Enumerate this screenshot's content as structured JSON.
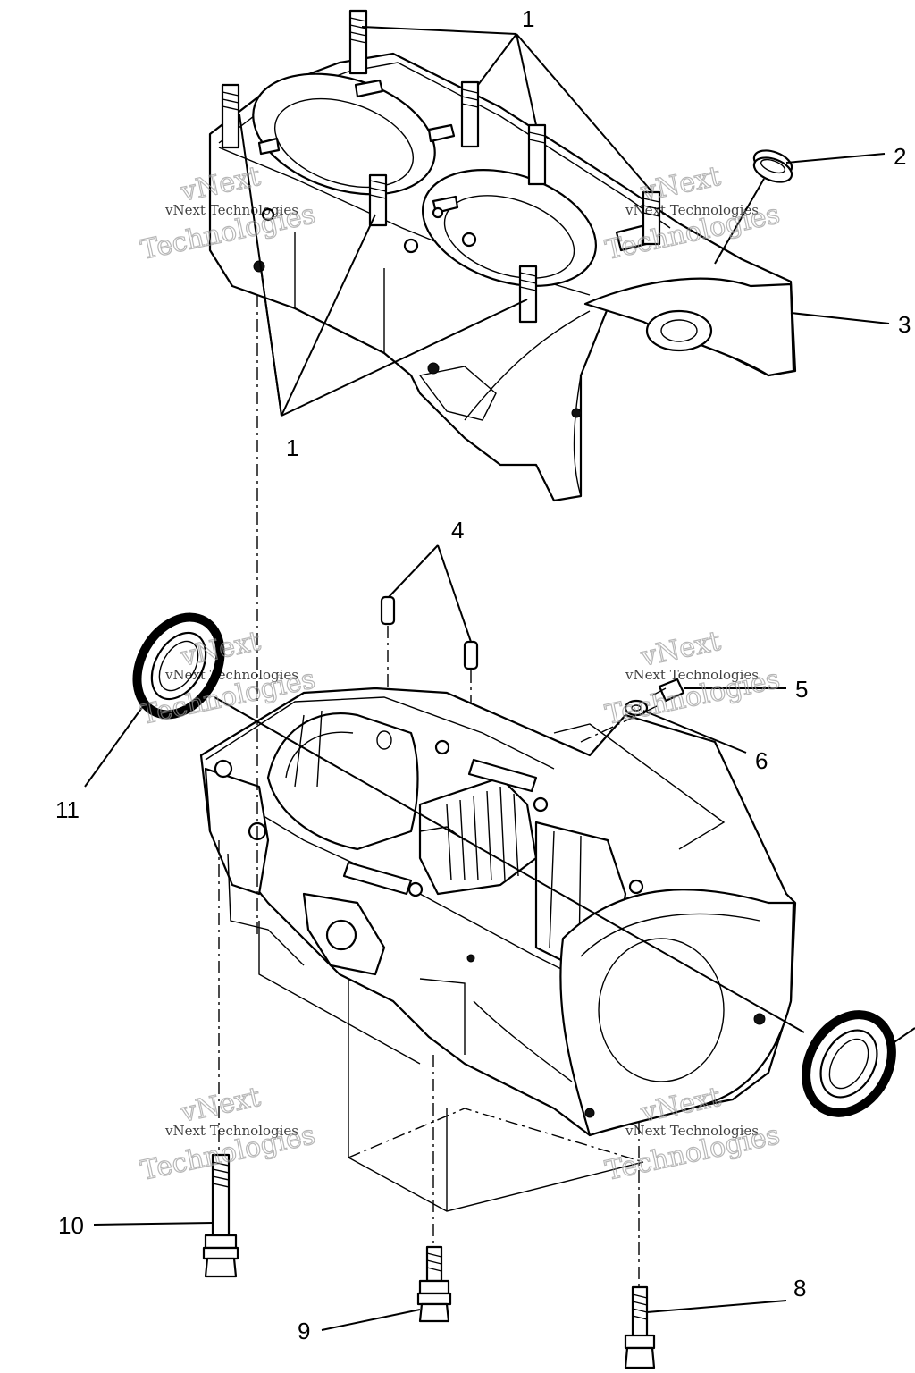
{
  "callouts": {
    "c1": "1",
    "c2": "2",
    "c3": "3",
    "c4": "4",
    "c5": "5",
    "c6": "6",
    "c8": "8",
    "c9": "9",
    "c10": "10",
    "c11": "11"
  },
  "watermark": {
    "line_a": "vNext",
    "line_b": "vNext Technologies",
    "line_c": "Technologies"
  },
  "icons": [
    "crankcase-upper-icon",
    "crankcase-lower-icon",
    "oil-seal-icon",
    "bolt-icon",
    "dowel-pin-icon",
    "o-ring-icon",
    "washer-icon"
  ]
}
